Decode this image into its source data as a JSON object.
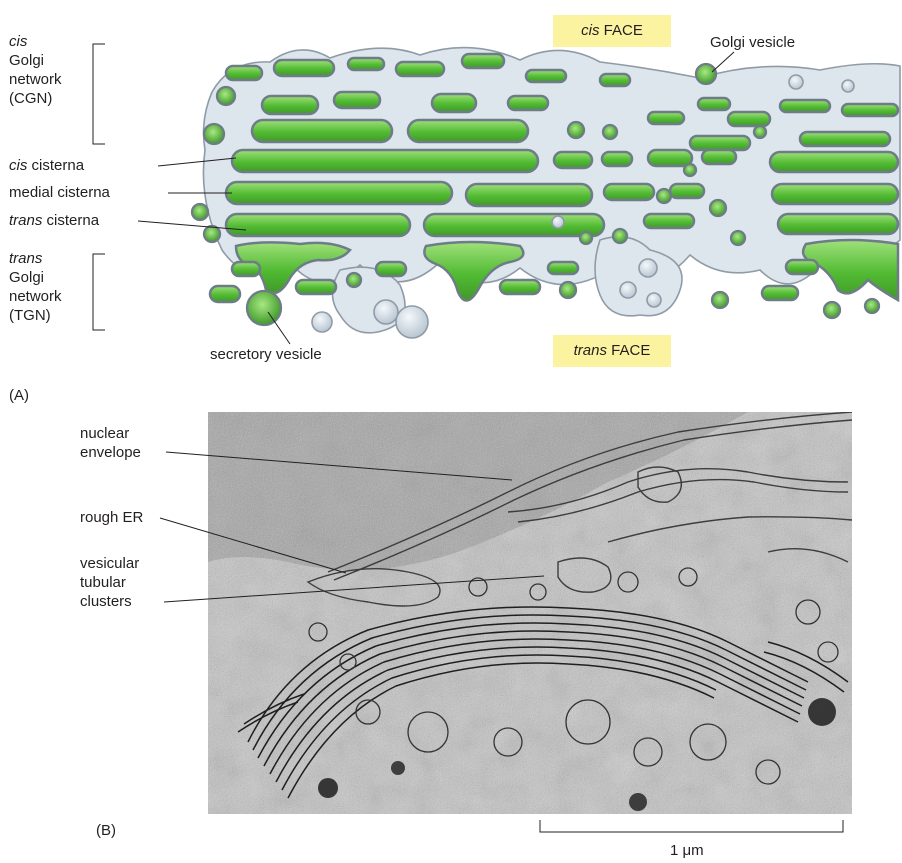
{
  "panel_a": {
    "label": "(A)",
    "cis_face": {
      "em": "cis",
      "rest": " FACE"
    },
    "trans_face": {
      "em": "trans",
      "rest": " FACE"
    },
    "golgi_vesicle": "Golgi vesicle",
    "cgn": {
      "em": "cis",
      "lines": [
        "Golgi",
        "network",
        "(CGN)"
      ]
    },
    "cis_cisterna": {
      "em": "cis",
      "rest": " cisterna"
    },
    "medial_cisterna": "medial cisterna",
    "trans_cisterna": {
      "em": "trans",
      "rest": " cisterna"
    },
    "tgn": {
      "em": "trans",
      "lines": [
        "Golgi",
        "network",
        "(TGN)"
      ]
    },
    "secretory_vesicle": "secretory vesicle"
  },
  "panel_b": {
    "label": "(B)",
    "nuclear_envelope": [
      "nuclear",
      "envelope"
    ],
    "rough_er": "rough ER",
    "vtc": [
      "vesicular",
      "tubular",
      "clusters"
    ],
    "scale_bar": "1 μm"
  },
  "colors": {
    "cisterna_fill": "#5cc33a",
    "membrane": "#8d9aa6",
    "vesicle_grey": "#d8e1ea",
    "label_box": "#fcf3a0"
  }
}
